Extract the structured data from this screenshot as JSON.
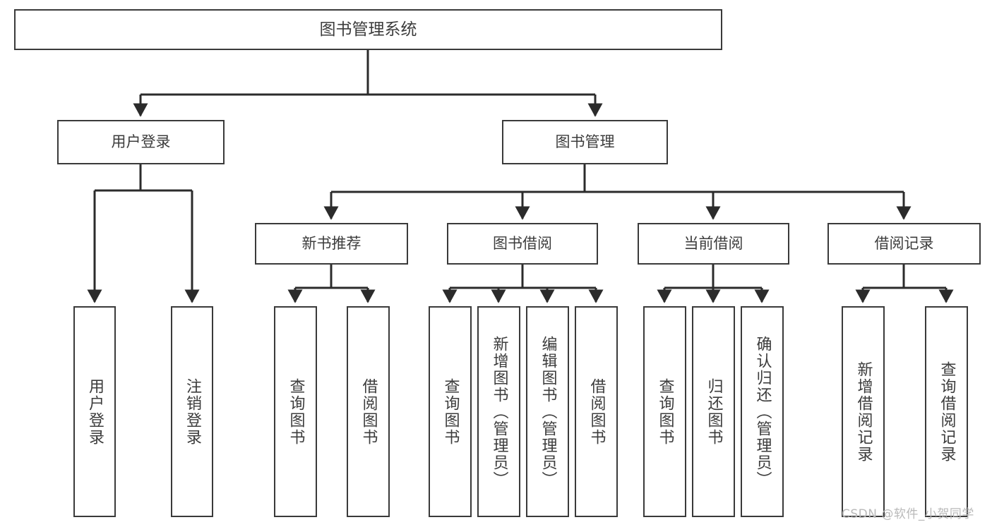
{
  "diagram": {
    "title_box": {
      "label": "图书管理系统"
    },
    "level1": [
      {
        "id": "user-login",
        "label": "用户登录"
      },
      {
        "id": "book-manage",
        "label": "图书管理"
      }
    ],
    "level2": [
      {
        "id": "new-book-rec",
        "label": "新书推荐"
      },
      {
        "id": "book-borrow",
        "label": "图书借阅"
      },
      {
        "id": "current-borrow",
        "label": "当前借阅"
      },
      {
        "id": "borrow-record",
        "label": "借阅记录"
      }
    ],
    "leaves": {
      "user_login": [
        {
          "id": "leaf-user-login",
          "label": "用户登录"
        },
        {
          "id": "leaf-user-logout",
          "label": "注销登录"
        }
      ],
      "new_book_rec": [
        {
          "id": "leaf-query-book-1",
          "label": "查询图书"
        },
        {
          "id": "leaf-borrow-book-1",
          "label": "借阅图书"
        }
      ],
      "book_borrow": [
        {
          "id": "leaf-query-book-2",
          "label": "查询图书"
        },
        {
          "id": "leaf-add-book",
          "label": "新增图书（管理员）"
        },
        {
          "id": "leaf-edit-book",
          "label": "编辑图书（管理员）"
        },
        {
          "id": "leaf-borrow-book-2",
          "label": "借阅图书"
        }
      ],
      "current_borrow": [
        {
          "id": "leaf-query-book-3",
          "label": "查询图书"
        },
        {
          "id": "leaf-return-book",
          "label": "归还图书"
        },
        {
          "id": "leaf-confirm-return",
          "label": "确认归还（管理员）"
        }
      ],
      "borrow_record": [
        {
          "id": "leaf-add-record",
          "label": "新增借阅记录"
        },
        {
          "id": "leaf-query-record",
          "label": "查询借阅记录"
        }
      ]
    },
    "watermark": {
      "text": "CSDN @软件_小贺同学"
    },
    "colors": {
      "box_stroke": "#3a3a3a",
      "text": "#3c3c3c",
      "edge": "#2b2b2b",
      "background": "#ffffff",
      "watermark": "#b9b9b9"
    }
  }
}
